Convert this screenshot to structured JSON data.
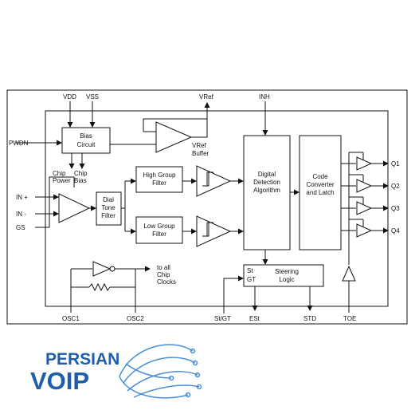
{
  "diagram": {
    "pins": {
      "vdd": "VDD",
      "vss": "VSS",
      "vref": "VRef",
      "inh": "INH",
      "pwdn": "PWDN",
      "in_plus": "IN +",
      "in_minus": "IN -",
      "gs": "GS",
      "osc1": "OSC1",
      "osc2": "OSC2",
      "st_gt": "St/GT",
      "est": "ESt",
      "std": "STD",
      "toe": "TOE",
      "q1": "Q1",
      "q2": "Q2",
      "q3": "Q3",
      "q4": "Q4"
    },
    "blocks": {
      "bias_circuit": [
        "Bias",
        "Circuit"
      ],
      "vref_buffer": [
        "VRef",
        "Buffer"
      ],
      "chip_power": [
        "Chip",
        "Power"
      ],
      "chip_bias": [
        "Chip",
        "Bias"
      ],
      "dial_tone_filter": [
        "Dial",
        "Tone",
        "Filter"
      ],
      "high_group_filter": [
        "High Group",
        "Filter"
      ],
      "low_group_filter": [
        "Low Group",
        "Filter"
      ],
      "digital_detection": [
        "Digital",
        "Detection",
        "Algorithm"
      ],
      "code_converter": [
        "Code",
        "Converter",
        "and Latch"
      ],
      "steering_logic": [
        "Steering",
        "Logic"
      ],
      "st_port": "St",
      "gt_port": "GT",
      "to_all_chip_clocks": [
        "to all",
        "Chip",
        "Clocks"
      ]
    }
  },
  "logo": {
    "word1": "PERSIAN",
    "word2": "VOIP",
    "text_color": "#1f5ea8",
    "swoosh_color": "#4a8fd6",
    "icon": "circuit-swoosh-icon"
  }
}
